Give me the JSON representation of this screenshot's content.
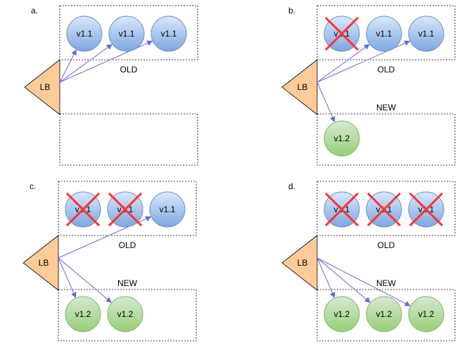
{
  "colors": {
    "old_fill_top": "#dae8fc",
    "old_fill_bottom": "#7ea6e0",
    "old_stroke": "#6c8ebf",
    "new_fill_top": "#d5e8d4",
    "new_fill_bottom": "#97d077",
    "new_stroke": "#82b366",
    "lb_fill": "#ffcc99",
    "arrow": "#6666dd",
    "cross": "#ff3333"
  },
  "panels": [
    {
      "label": "a.",
      "lb_label": "LB",
      "old_label": "OLD",
      "new_label": "",
      "old_nodes": [
        {
          "label": "v1.1",
          "removed": false
        },
        {
          "label": "v1.1",
          "removed": false
        },
        {
          "label": "v1.1",
          "removed": false
        }
      ],
      "new_nodes": []
    },
    {
      "label": "b.",
      "lb_label": "LB",
      "old_label": "OLD",
      "new_label": "NEW",
      "old_nodes": [
        {
          "label": "v1.1",
          "removed": true
        },
        {
          "label": "v1.1",
          "removed": false
        },
        {
          "label": "v1.1",
          "removed": false
        }
      ],
      "new_nodes": [
        {
          "label": "v1.2"
        }
      ]
    },
    {
      "label": "c.",
      "lb_label": "LB",
      "old_label": "OLD",
      "new_label": "NEW",
      "old_nodes": [
        {
          "label": "v1.1",
          "removed": true
        },
        {
          "label": "v1.1",
          "removed": true
        },
        {
          "label": "v1.1",
          "removed": false
        }
      ],
      "new_nodes": [
        {
          "label": "v1.2"
        },
        {
          "label": "v1.2"
        }
      ]
    },
    {
      "label": "d.",
      "lb_label": "LB",
      "old_label": "OLD",
      "new_label": "NEW",
      "old_nodes": [
        {
          "label": "v1.1",
          "removed": true
        },
        {
          "label": "v1.1",
          "removed": true
        },
        {
          "label": "v1.1",
          "removed": true
        }
      ],
      "new_nodes": [
        {
          "label": "v1.2"
        },
        {
          "label": "v1.2"
        },
        {
          "label": "v1.2"
        }
      ]
    }
  ]
}
